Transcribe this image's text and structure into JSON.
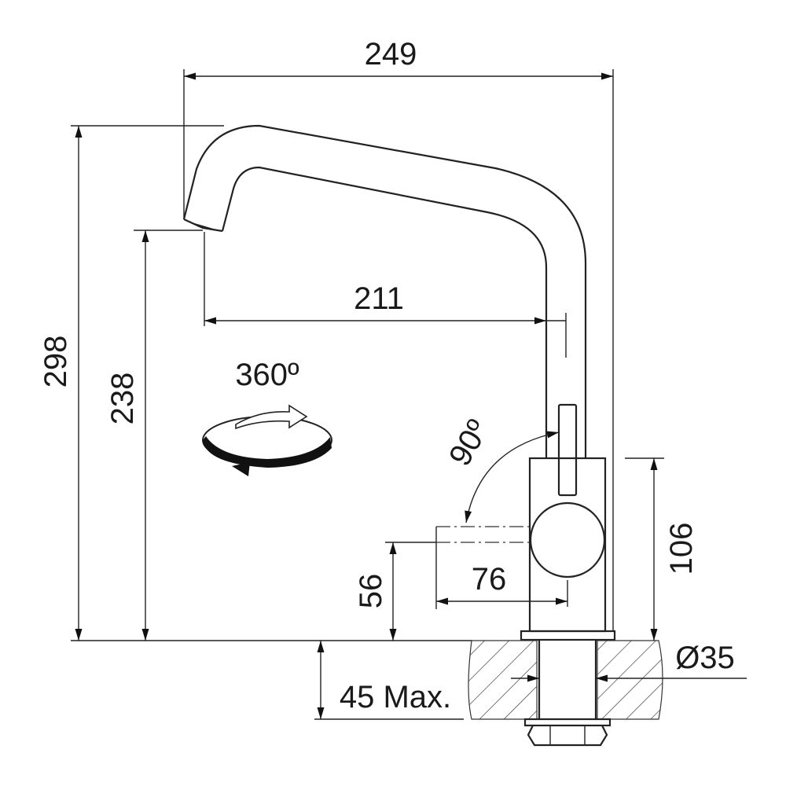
{
  "title": "Kitchen faucet dimension drawing",
  "dimensions": {
    "overall_reach": "249",
    "spout_reach": "211",
    "overall_height": "298",
    "spout_height": "238",
    "lever_height": "56",
    "body_height": "106",
    "lever_clearance": "76",
    "hole_diameter": "Ø35",
    "counter_thickness": "45 Max.",
    "lever_rotation": "90º",
    "spout_rotation": "360º"
  },
  "colors": {
    "line": "#222222",
    "background": "#ffffff"
  }
}
